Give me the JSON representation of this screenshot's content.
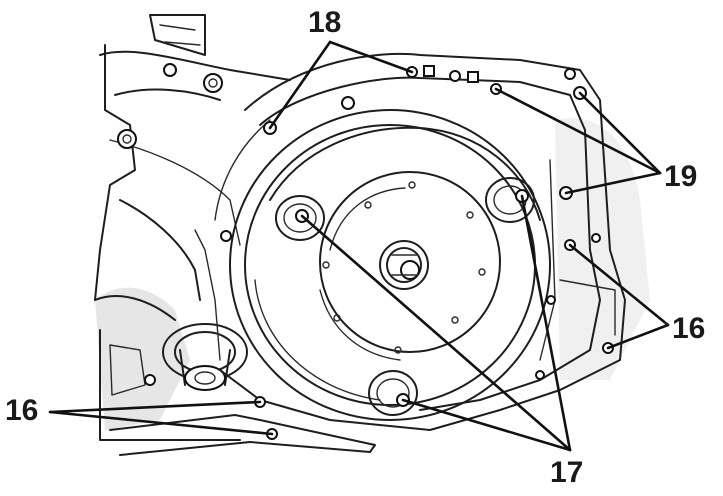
{
  "diagram": {
    "callouts": [
      {
        "id": "c18",
        "label": "18"
      },
      {
        "id": "c19",
        "label": "19"
      },
      {
        "id": "c16r",
        "label": "16"
      },
      {
        "id": "c16l",
        "label": "16"
      },
      {
        "id": "c17",
        "label": "17"
      }
    ],
    "colors": {
      "ink": "#1e1e1e",
      "paper": "#ffffff",
      "shade": "#e6e6e6"
    }
  }
}
